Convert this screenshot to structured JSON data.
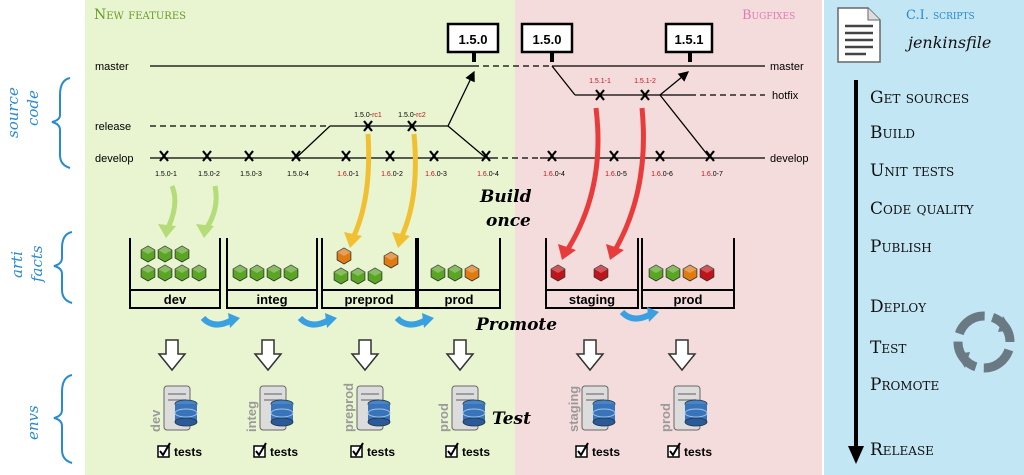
{
  "sections": {
    "new_features": "New features",
    "bugfixes": "Bugfixes",
    "ci_scripts": "C.I. scripts"
  },
  "side_labels": {
    "source_code": [
      "source",
      "code"
    ],
    "artifacts": [
      "arti",
      "facts"
    ],
    "envs": "envs"
  },
  "branches": {
    "master": "master",
    "release": "release",
    "develop": "develop",
    "hotfix": "hotfix"
  },
  "tags": [
    "1.5.0",
    "1.5.0",
    "1.5.1"
  ],
  "develop_versions": [
    "1.5.0-1",
    "1.5.0-2",
    "1.5.0-3",
    "1.5.0-4",
    "1.6.0-1",
    "1.6.0-2",
    "1.6.0-3",
    "1.6.0-4",
    "1.6.0-4",
    "1.6.0-5",
    "1.6.0-6",
    "1.6.0-7"
  ],
  "release_versions": [
    {
      "base": "1.5.0-",
      "suffix": "rc1"
    },
    {
      "base": "1.5.0-",
      "suffix": "rc2"
    }
  ],
  "hotfix_versions": [
    "1.5.1-1",
    "1.5.1-2"
  ],
  "artifact_boxes": [
    "dev",
    "integ",
    "preprod",
    "prod",
    "staging",
    "prod"
  ],
  "envs": [
    "dev",
    "integ",
    "preprod",
    "prod",
    "staging",
    "prod"
  ],
  "tests_label": "tests",
  "annotations": {
    "build_once": [
      "Build",
      "once"
    ],
    "promote": "Promote",
    "test": "Test"
  },
  "jenkinsfile": "jenkinsfile",
  "ci_steps": [
    "Get sources",
    "Build",
    "Unit tests",
    "Code quality",
    "Publish",
    "Deploy",
    "Test",
    "Promote",
    "Release"
  ],
  "colors": {
    "features_bg": "#e8f5d0",
    "bugfix_bg": "#f5dcdc",
    "ci_bg": "#c3e6f5",
    "cube_green": "#5aa524",
    "cube_orange": "#e07b14",
    "cube_red": "#c0141c",
    "arrow_green": "#b4dc78",
    "arrow_yellow": "#f0c032",
    "arrow_red": "#e83c3c",
    "promote_blue": "#3aa0e0"
  }
}
